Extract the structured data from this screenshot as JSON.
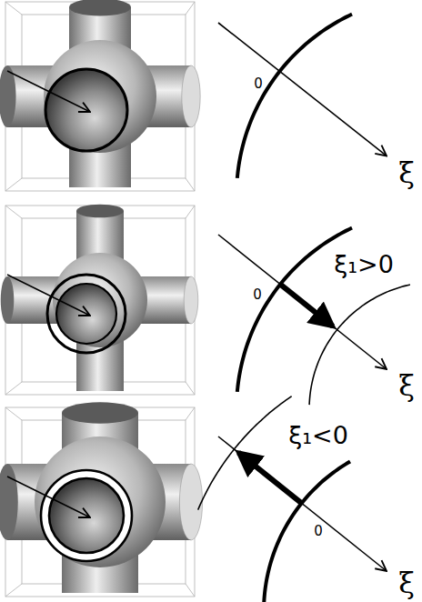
{
  "diagram": {
    "labels": [
      "0",
      "ξ",
      "0",
      "ξ₁>0",
      "ξ",
      "ξ₁<0",
      "0",
      "ξ"
    ]
  }
}
